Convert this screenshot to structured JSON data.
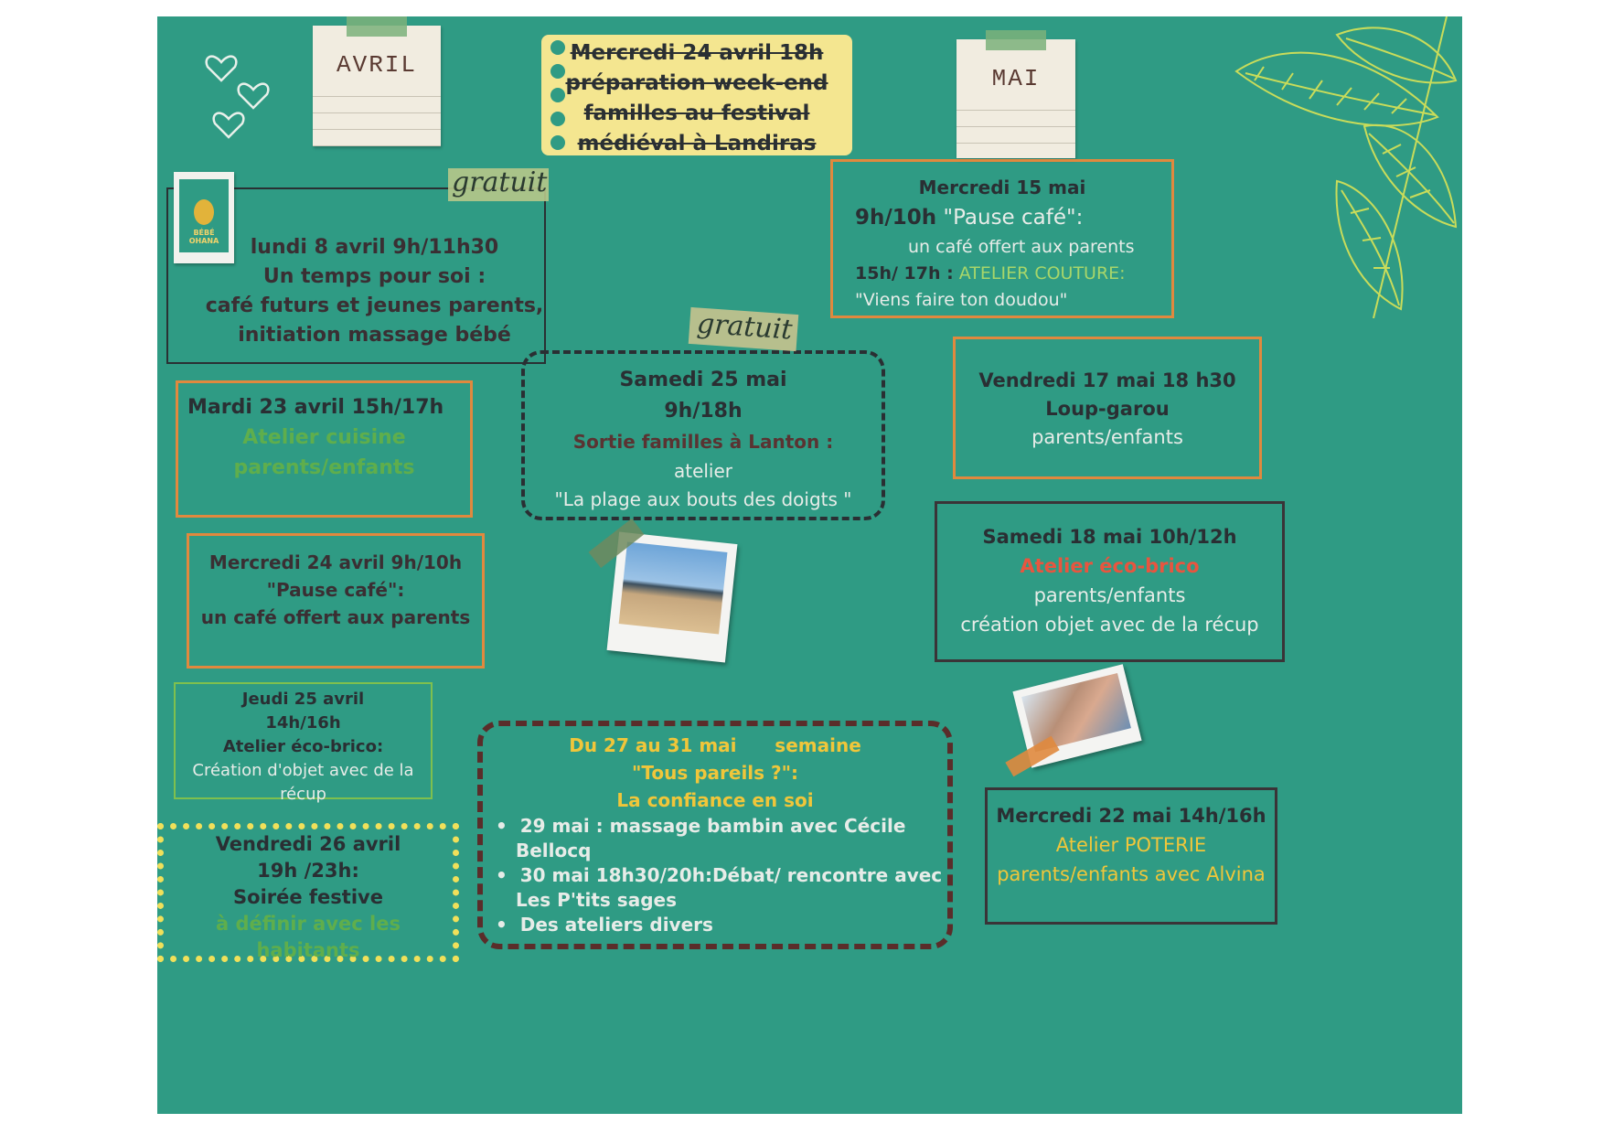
{
  "months": {
    "april": "AVRIL",
    "may": "MAI"
  },
  "banner": {
    "lines": [
      "Mercredi  24 avril 18h",
      "préparation week-end",
      "familles au festival",
      "médiéval à Landiras"
    ]
  },
  "free_tag": "gratuit",
  "logo": {
    "text": "BÉBÉ OHANA"
  },
  "events": {
    "apr8": {
      "date": "lundi 8 avril 9h/11h30",
      "title": "Un temps pour soi :",
      "line1": "café futurs et jeunes parents,",
      "line2": "initiation massage bébé"
    },
    "apr23": {
      "date": "Mardi 23  avril 15h/17h",
      "line1": "Atelier cuisine",
      "line2": "parents/enfants"
    },
    "apr24": {
      "date": "Mercredi  24 avril 9h/10h",
      "line1": "\"Pause café\":",
      "line2": "un café offert aux parents"
    },
    "apr25": {
      "date": "Jeudi 25   avril",
      "time": "14h/16h",
      "title": "Atelier éco-brico:",
      "line1": "Création d'objet avec de la",
      "line2": "récup"
    },
    "apr26": {
      "date": "Vendredi  26   avril",
      "time": "19h /23h:",
      "title": "Soirée festive",
      "line1": "à définir avec les",
      "line2": "habitants"
    },
    "may15": {
      "date": "Mercredi 15 mai",
      "time1": "9h/10h",
      "pause": "\"Pause café\":",
      "line1": "un café offert aux parents",
      "time2": "15h/ 17h :",
      "atelier": "ATELIER COUTURE:",
      "line2": "\"Viens faire ton doudou\""
    },
    "may25": {
      "date": "Samedi  25  mai",
      "time": "9h/18h",
      "title": "Sortie familles  à Lanton :",
      "line1": "atelier",
      "line2": "\"La plage aux bouts des doigts \""
    },
    "may17": {
      "date": "Vendredi 17 mai  18 h30",
      "title": "Loup-garou",
      "line1": "parents/enfants"
    },
    "may18": {
      "date": "Samedi 18 mai  10h/12h",
      "title": "Atelier éco-brico",
      "line1": "parents/enfants",
      "line2": "création objet avec de la récup"
    },
    "may27": {
      "line1a": "Du 27 au 31 mai",
      "line1b": "semaine",
      "line2": "\"Tous pareils ?\":",
      "line3": "La confiance en soi",
      "bullets": [
        "29  mai  :  massage  bambin    avec  Cécile",
        "Bellocq",
        "30 mai 18h30/20h:Débat/ rencontre avec",
        "Les P'tits sages",
        "Des ateliers divers"
      ]
    },
    "may22": {
      "date": "Mercredi 22 mai  14h/16h",
      "title": "Atelier POTERIE",
      "line1": "parents/enfants avec Alvina"
    }
  },
  "colors": {
    "background": "#2f9b84",
    "orange_border": "#e0893e",
    "dark_border": "#3a3437",
    "yellow_banner": "#f4e690",
    "green_text": "#8fbf3a",
    "red_text": "#e8553f",
    "brown_dash": "#5a2d2a"
  },
  "icons": [
    "heart-icon",
    "leaf-icon",
    "pineapple-icon",
    "beach-photo",
    "family-photo"
  ]
}
